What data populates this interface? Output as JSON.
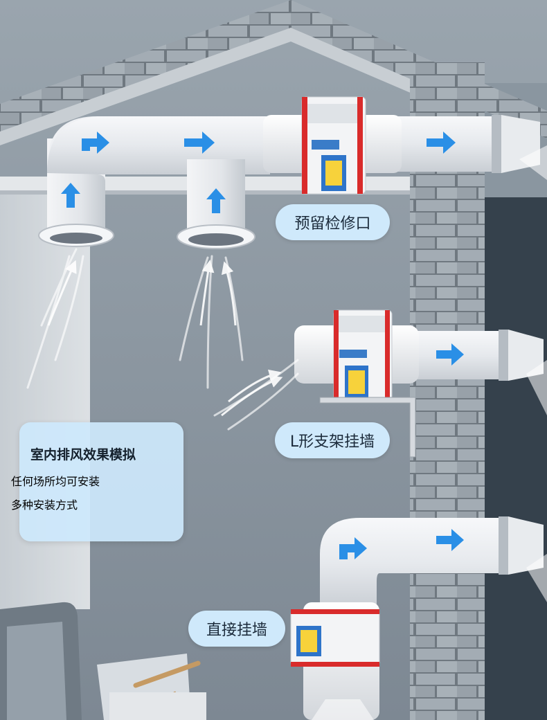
{
  "labels": {
    "reserve": "预留检修口",
    "l_bracket": "L形支架挂墙",
    "direct": "直接挂墙"
  },
  "info_card": {
    "title": "室内排风效果模拟",
    "line1": "任何场所均可安装",
    "line2": "多种安装方式"
  },
  "colors": {
    "accent_arrow": "#2a8fe6",
    "pill_bg": "#cfe9fb",
    "clamp_red": "#d92b2b",
    "wall": "#8d98a3"
  },
  "icons": [
    "flow-arrow-icon",
    "fan-clamp",
    "air-vent"
  ]
}
